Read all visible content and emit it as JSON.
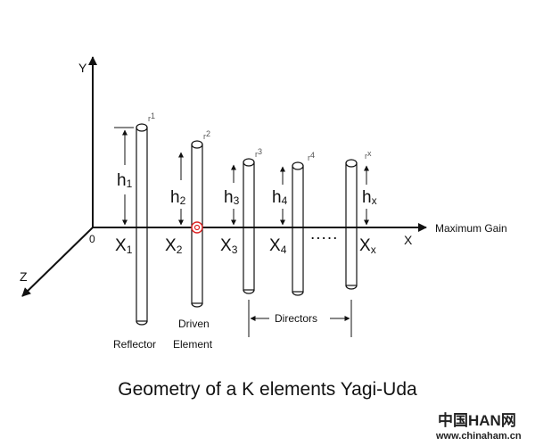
{
  "axes": {
    "y": "Y",
    "x": "X",
    "z": "Z",
    "origin": "0",
    "x_direction_label": "Maximum Gain"
  },
  "elements": [
    {
      "h": "h",
      "h_sub": "1",
      "r": "r",
      "r_sub": "1",
      "x": "X",
      "x_sub": "1"
    },
    {
      "h": "h",
      "h_sub": "2",
      "r": "r",
      "r_sub": "2",
      "x": "X",
      "x_sub": "2"
    },
    {
      "h": "h",
      "h_sub": "3",
      "r": "r",
      "r_sub": "3",
      "x": "X",
      "x_sub": "3"
    },
    {
      "h": "h",
      "h_sub": "4",
      "r": "r",
      "r_sub": "4",
      "x": "X",
      "x_sub": "4"
    },
    {
      "h": "h",
      "h_sub": "x",
      "r": "r",
      "r_sub": "x",
      "x": "X",
      "x_sub": "x"
    }
  ],
  "ellipsis": ".....",
  "labels": {
    "reflector": "Reflector",
    "driven_line1": "Driven",
    "driven_line2": "Element",
    "directors": "Directors"
  },
  "title": "Geometry of a K elements Yagi-Uda",
  "watermark": {
    "cn": "中国HAN网",
    "url": "www.chinaham.cn"
  },
  "colors": {
    "lines": "#111111",
    "feed_point": "#dd2222"
  }
}
